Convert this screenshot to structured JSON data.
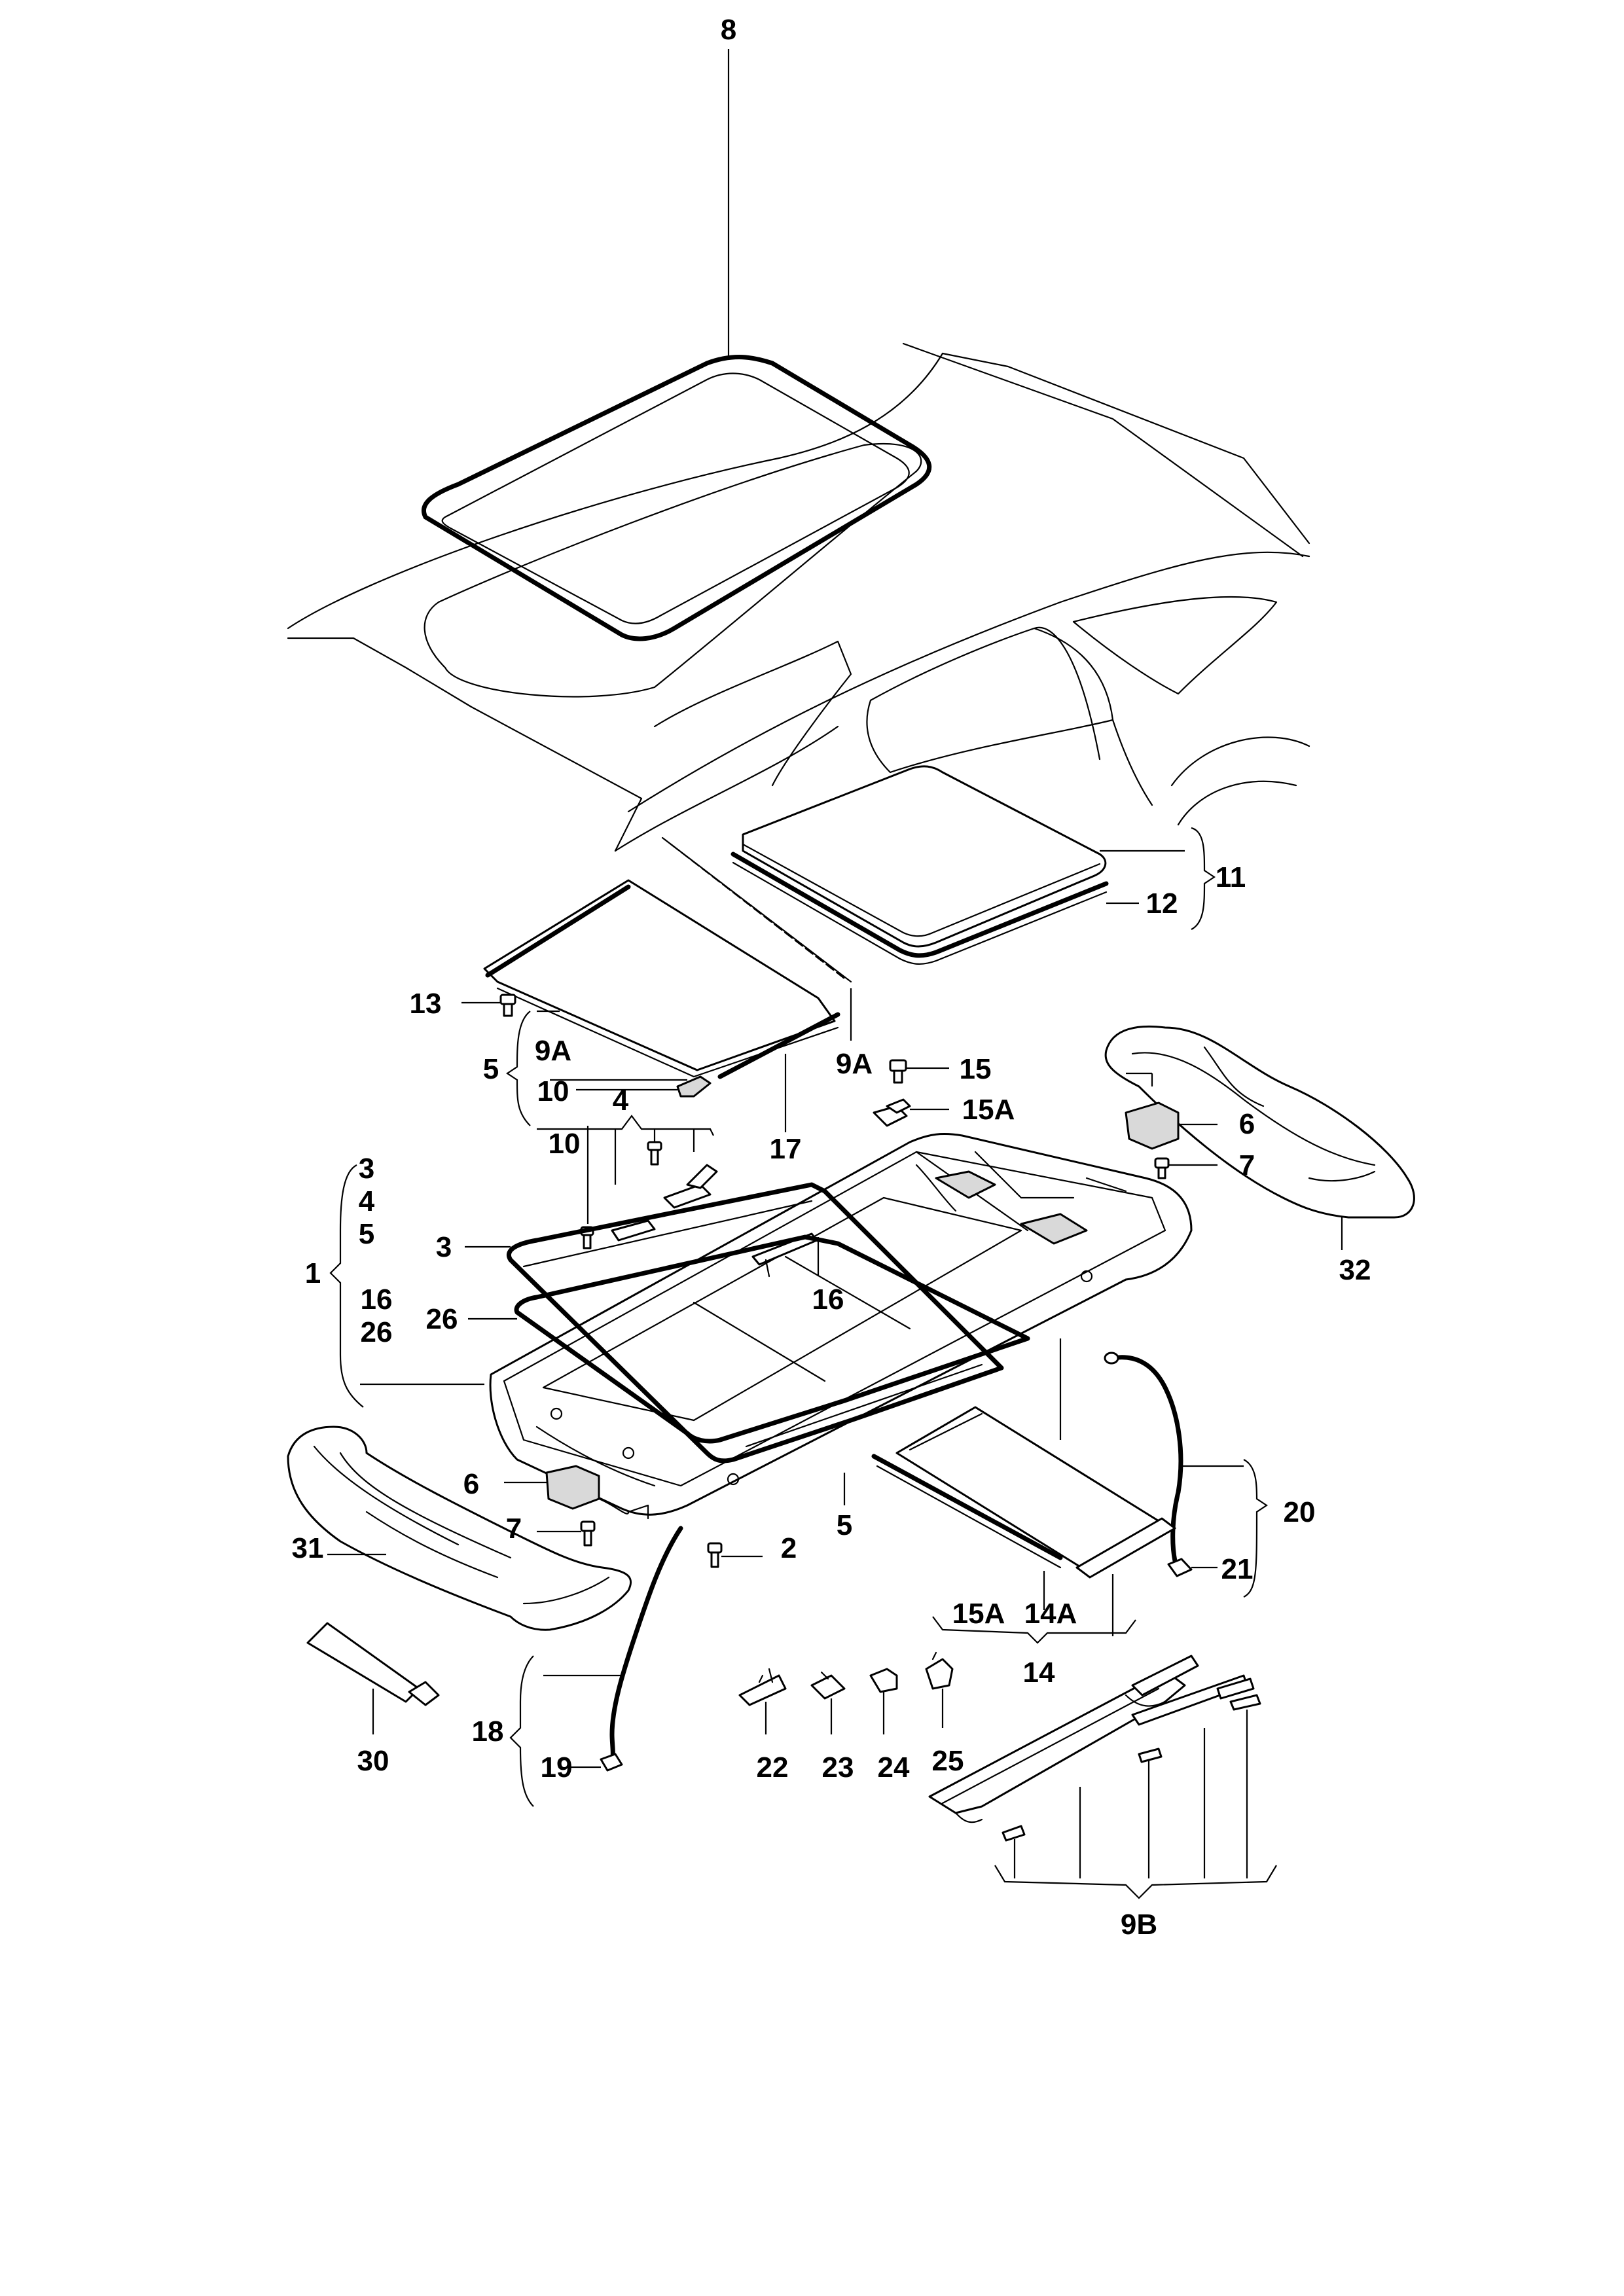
{
  "labels": {
    "p8": "8",
    "p11": "11",
    "p12": "12",
    "p13": "13",
    "p5a": "5",
    "p9a_left": "9A",
    "p10a": "10",
    "p9a_right": "9A",
    "p17": "17",
    "p15": "15",
    "p15a": "15A",
    "p4": "4",
    "p10b": "10",
    "p1": "1",
    "p1_sub3": "3",
    "p1_sub4": "4",
    "p1_sub5": "5",
    "p1_sub16": "16",
    "p1_sub26": "26",
    "p3": "3",
    "p26": "26",
    "p16": "16",
    "p6a": "6",
    "p7a": "7",
    "p32": "32",
    "p6b": "6",
    "p7b": "7",
    "p2": "2",
    "p5b": "5",
    "p31": "31",
    "p20": "20",
    "p21": "21",
    "p15a_bottom": "15A",
    "p14a": "14A",
    "p14": "14",
    "p30": "30",
    "p18": "18",
    "p19": "19",
    "p22": "22",
    "p23": "23",
    "p24": "24",
    "p25": "25",
    "p9b": "9B"
  },
  "colors": {
    "line": "#000000",
    "background": "#ffffff",
    "shade": "#d9d9d9"
  }
}
